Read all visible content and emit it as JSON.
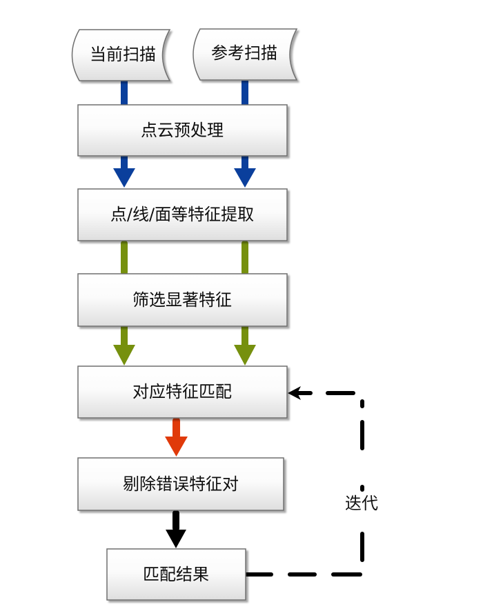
{
  "diagram": {
    "inputs": [
      {
        "id": "current-scan",
        "label": "当前扫描"
      },
      {
        "id": "reference-scan",
        "label": "参考扫描"
      }
    ],
    "steps": [
      {
        "id": "preprocess",
        "label": "点云预处理"
      },
      {
        "id": "feature-extract",
        "label": "点/线/面等特征提取"
      },
      {
        "id": "feature-select",
        "label": "筛选显著特征"
      },
      {
        "id": "feature-match",
        "label": "对应特征匹配"
      },
      {
        "id": "outlier-removal",
        "label": "剔除错误特征对"
      },
      {
        "id": "match-result",
        "label": "匹配结果"
      }
    ],
    "loop_label": "迭代",
    "colors": {
      "blue_arrow": "#0a3f9c",
      "green_arrow": "#76900e",
      "red_arrow": "#e03a0a",
      "black_arrow": "#000000",
      "box_border": "#6e6e6e",
      "box_fill_top": "#ffffff",
      "box_fill_bottom": "#e0e0e0"
    },
    "edges": [
      {
        "from": "current-scan",
        "to": "preprocess",
        "style": "line",
        "color": "blue"
      },
      {
        "from": "reference-scan",
        "to": "preprocess",
        "style": "line",
        "color": "blue"
      },
      {
        "from": "preprocess",
        "to": "feature-extract",
        "style": "arrow",
        "color": "blue",
        "count": 2
      },
      {
        "from": "feature-extract",
        "to": "feature-select",
        "style": "line",
        "color": "green",
        "count": 2
      },
      {
        "from": "feature-select",
        "to": "feature-match",
        "style": "arrow",
        "color": "green",
        "count": 2
      },
      {
        "from": "feature-match",
        "to": "outlier-removal",
        "style": "arrow",
        "color": "red"
      },
      {
        "from": "outlier-removal",
        "to": "match-result",
        "style": "arrow",
        "color": "black"
      },
      {
        "from": "match-result",
        "to": "feature-match",
        "style": "dashed-arrow",
        "color": "black",
        "label": "迭代"
      }
    ]
  }
}
